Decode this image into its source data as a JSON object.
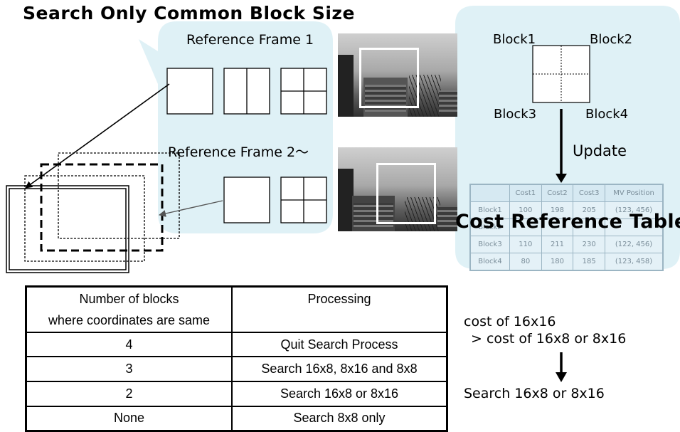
{
  "title": "Search Only Common Block Size",
  "ref_frame_1": "Reference Frame 1",
  "ref_frame_2": "Reference Frame 2～",
  "blocks": {
    "block1": "Block1",
    "block2": "Block2",
    "block3": "Block3",
    "block4": "Block4"
  },
  "update_label": "Update",
  "cost_table": {
    "label": "Cost Reference Table",
    "headers": [
      "",
      "Cost1",
      "Cost2",
      "Cost3",
      "MV Position"
    ],
    "rows": [
      [
        "Block1",
        "100",
        "198",
        "205",
        "(123, 456)"
      ],
      [
        "Block2",
        "",
        "",
        "",
        ""
      ],
      [
        "Block3",
        "110",
        "211",
        "230",
        "(122, 456)"
      ],
      [
        "Block4",
        "80",
        "180",
        "185",
        "(123, 458)"
      ]
    ]
  },
  "processing_table": {
    "header_col1_line1": "Number of blocks",
    "header_col1_line2": "where coordinates are same",
    "header_col2": "Processing",
    "rows": [
      {
        "count": "4",
        "processing": "Quit Search Process"
      },
      {
        "count": "3",
        "processing": "Search 16x8, 8x16 and 8x8"
      },
      {
        "count": "2",
        "processing": "Search 16x8 or 8x16"
      },
      {
        "count": "None",
        "processing": "Search 8x8 only"
      }
    ]
  },
  "condition": {
    "line1": "cost of 16x16",
    "line2": "> cost of 16x8 or 8x16",
    "result": "Search 16x8 or 8x16"
  },
  "colors": {
    "callout": "#dff1f6",
    "table_bg": "#e4f1f7"
  }
}
